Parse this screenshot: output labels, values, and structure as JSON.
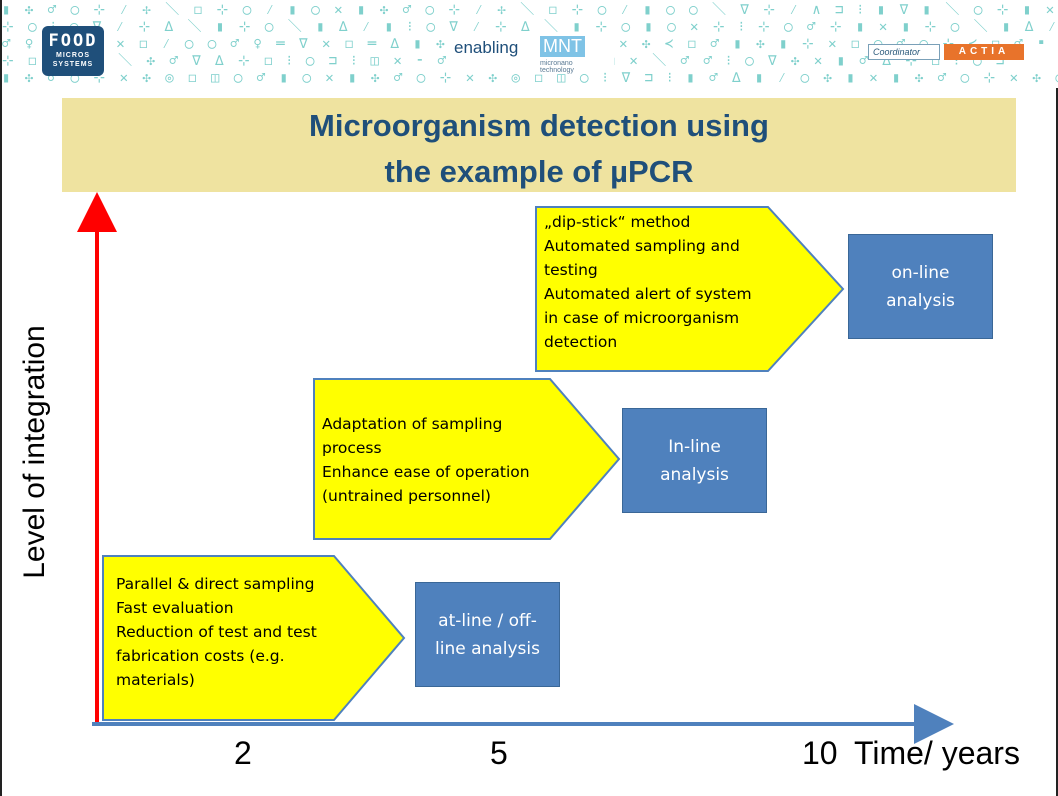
{
  "header": {
    "logo_food": {
      "line1": "FOOD",
      "line2": "MICROS",
      "line3": "SYSTEMS"
    },
    "logo_mnt": {
      "text": "enabling",
      "highlight": "MNT",
      "sub1": "micronano",
      "sub2": "technology"
    },
    "coordinator_label": "Coordinator",
    "coordinator_name": "ACTIA",
    "symbol_rows": [
      "▮ ✣ ♂ ◯ ⊹ ⁄ ✢ ＼ ◻ ⊹ ◯ ⁄ ▮ ◯ ✕ ▮ ✣ ♂ ◯ ⊹ ⁄ ✢ ＼ ◻ ⊹ ◯ ⁄ ▮ ◯ ◯ ＼ ∇ ⊹ ⁄ ∧ ⊐ ⁝ ▮ ∇ ▮ ＼ ◯ ⊹ ▮ ✕ ▮ ✣ ♂ ◯",
      "⊹ ◯ ⁝ ◯ ∇ ⁄ ⊹ ∆ ＼ ▮ ⊹ ◯ ＼ ▮ ∆ ⁄ ▮ ⁝ ◯ ∇ ⁄ ⊹ ∆ ＼ ▮ ⊹ ◯ ▮ ◯ ✕ ⊹ ⁝ ⊹ ◯ ♂ ⊹ ▮ ✕ ▮ ⊹ ◯ ＼ ▮ ∆ ⁄ ▮ ⁝ ◯",
      "♂ ♀ ∆ ▮ ✣ ✕ ◻ ⁄ ◯ ◯ ♂ ♀ ═ ∇ ✕ ◻ ═ ∆ ▮ ✣ ✕ ◻ ⁄ ◯ ◯ ♂ ♀ ✕ ✣ ≺ ◻ ♂ ▮ ✣ ▮ ⊹ ✕ ◻ ◯ ♂ ◯ ⊹ ≺ ◻ ♂ ▮",
      "⊹ ◻ ✕ ⁃ ♂ ＼ ✣ ♂ ∇ ∆ ⊹ ◻ ⁝ ◯ ⊐ ⁝ ◫ ✕ ⁃ ♂ ＼ ✣ ♂ ∇ ∆ ⊹ ◻ ✕ ＼ ♂ ♂ ⁝ ◯ ∇ ✣ ✕ ▮ ♂ ∆ ⊹ ◻ ⁝ ◯ ⊐",
      "▮ ✣ ♂ ◯ ⊹ ✕ ✣ ◎ ◻ ◫ ◯ ♂ ▮ ◯ ✕ ▮ ✣ ♂ ◯ ⊹ ✕ ✣ ◎ ◻ ◫ ◯ ⁝ ∇ ⊐ ⁝ ▮ ♂ ∆ ▮ ⁄ ◯ ✣ ▮ ✕ ▮ ✣ ♂ ◯ ⊹ ✕ ✣ ◎"
    ]
  },
  "title": {
    "line1": "Microorganism detection using",
    "line2": "the example of µPCR"
  },
  "axes": {
    "y_label": "Level of integration",
    "x_ticks": [
      "2",
      "5",
      "10"
    ],
    "x_label": "Time/ years"
  },
  "stages": [
    {
      "callout": [
        "Parallel & direct sampling",
        "Fast evaluation",
        "Reduction of test and test",
        "fabrication costs (e.g.",
        "materials)"
      ],
      "box": [
        "at-line / off-",
        "line analysis"
      ]
    },
    {
      "callout": [
        "Adaptation of sampling",
        "process",
        "Enhance ease of operation",
        "(untrained personnel)"
      ],
      "box": [
        "In-line",
        "analysis"
      ]
    },
    {
      "callout": [
        "„dip-stick“ method",
        "Automated sampling and",
        "testing",
        "Automated alert of system",
        "in case of microorganism",
        "detection"
      ],
      "box": [
        "on-line",
        "analysis"
      ]
    }
  ],
  "colors": {
    "callout_fill": "#ffff00",
    "callout_stroke": "#4f81bd",
    "box_fill": "#4f81bd",
    "y_axis": "#ff0000",
    "x_axis": "#4f81bd",
    "title_band": "#efe3a0",
    "title_text": "#1f4f7a"
  }
}
